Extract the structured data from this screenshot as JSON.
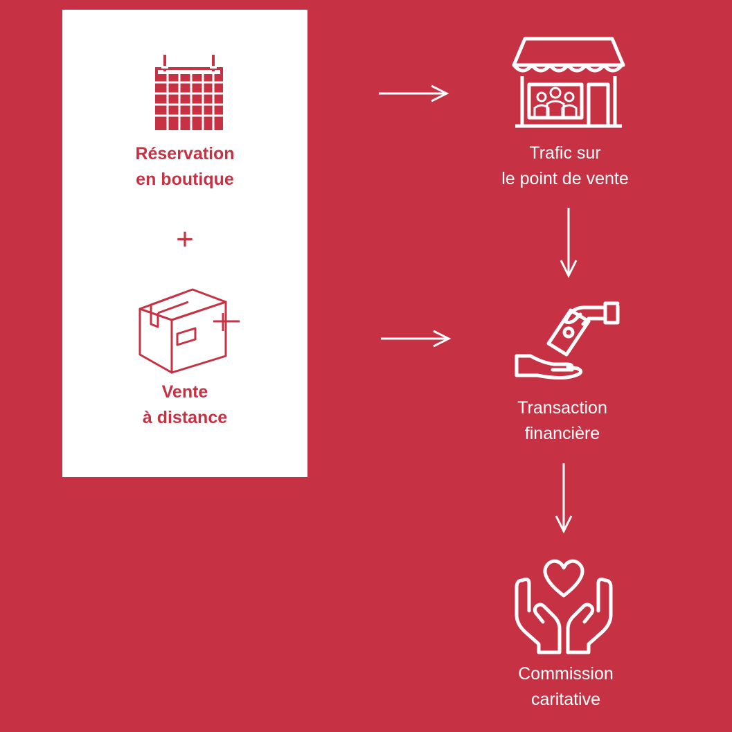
{
  "left_panel": {
    "reservation": {
      "line1": "Réservation",
      "line2": "en boutique"
    },
    "plus_sign": "+",
    "remote_sale": {
      "line1": "Vente",
      "line2": "à distance"
    }
  },
  "flow": {
    "store_traffic": {
      "line1": "Trafic sur",
      "line2": "le point de vente"
    },
    "transaction": {
      "line1": "Transaction",
      "line2": "financière"
    },
    "commission": {
      "line1": "Commission",
      "line2": "caritative"
    }
  },
  "colors": {
    "background": "#c63244",
    "panel": "#ffffff",
    "accent": "#c63244"
  },
  "icons": [
    "calendar-icon",
    "box-icon",
    "store-icon",
    "payment-hands-icon",
    "heart-hands-icon"
  ]
}
